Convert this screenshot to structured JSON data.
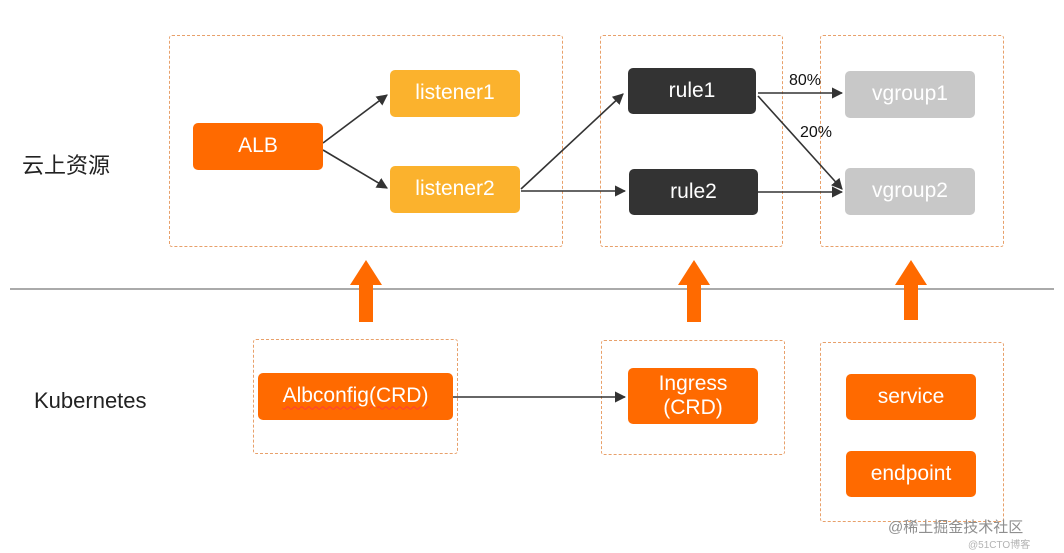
{
  "sections": {
    "cloud": "云上资源",
    "kubernetes": "Kubernetes"
  },
  "nodes": {
    "alb": "ALB",
    "listener1": "listener1",
    "listener2": "listener2",
    "rule1": "rule1",
    "rule2": "rule2",
    "vgroup1": "vgroup1",
    "vgroup2": "vgroup2",
    "albconfig": "Albconfig(CRD)",
    "ingress_line1": "Ingress",
    "ingress_line2": "(CRD)",
    "service": "service",
    "endpoint": "endpoint"
  },
  "weights": {
    "rule1_to_vgroup1": "80%",
    "rule1_to_vgroup2": "20%"
  },
  "watermark": {
    "text": "@稀土掘金技术社区",
    "sub": "@51CTO博客"
  },
  "colors": {
    "orange": "#ff6a00",
    "yellow": "#fbb22d",
    "dark": "#333333",
    "gray": "#c8c8c8",
    "dashed_border": "#e8a06a",
    "arrow": "#333333"
  }
}
